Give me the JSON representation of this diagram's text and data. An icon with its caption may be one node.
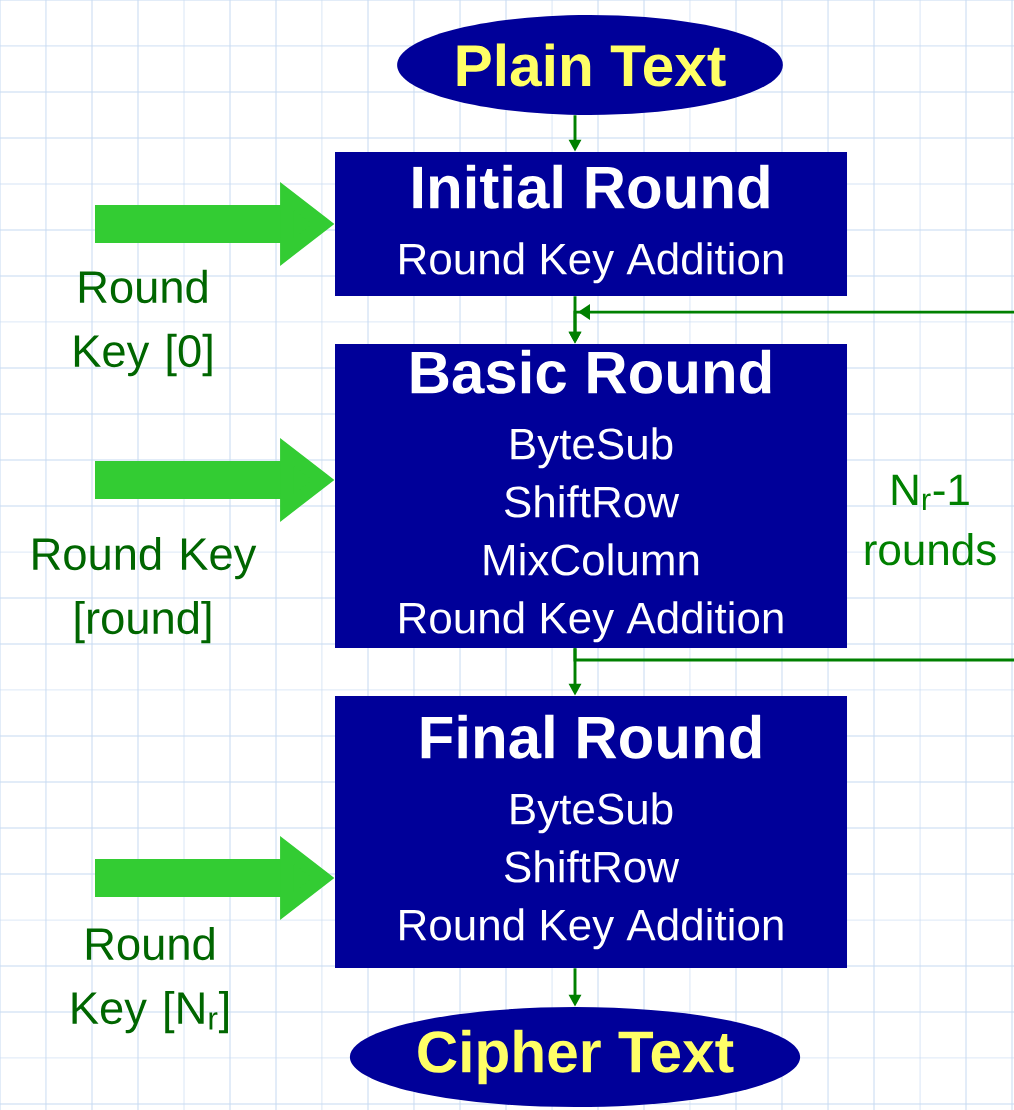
{
  "diagram": {
    "nodes": [
      {
        "text": [
          "Plain Text"
        ]
      },
      {
        "text": [
          "Initial Round",
          "Round Key Addition"
        ]
      },
      {
        "text": [
          "Basic Round",
          "ByteSub",
          "ShiftRow",
          "MixColumn",
          "Round Key Addition"
        ]
      },
      {
        "text": [
          "Final Round",
          "ByteSub",
          "ShiftRow",
          "Round Key Addition"
        ]
      },
      {
        "text": [
          "Cipher Text"
        ]
      }
    ],
    "edges": [
      {
        "from": 0,
        "to": 1,
        "arrow": "to"
      },
      {
        "from": 1,
        "to": 2,
        "arrow": "to"
      },
      {
        "from": 2,
        "to": 2,
        "arrow": "to",
        "label": "N$_{r}$-1 rounds"
      },
      {
        "from": 2,
        "to": 3,
        "arrow": "to"
      },
      {
        "from": 3,
        "to": 4,
        "arrow": "to"
      },
      {
        "from": null,
        "to": 1,
        "arrow": "to",
        "style": "thick",
        "color": "#33cc33"
      },
      {
        "from": null,
        "to": 2,
        "arrow": "to",
        "style": "thick",
        "color": "#33cc33"
      },
      {
        "from": null,
        "to": 3,
        "arrow": "to",
        "style": "thick",
        "color": "#33cc33"
      }
    ],
    "labels": [
      "Round Key [0]",
      "Round Key [round]",
      "Round Key [N$_{r}$]"
    ]
  }
}
